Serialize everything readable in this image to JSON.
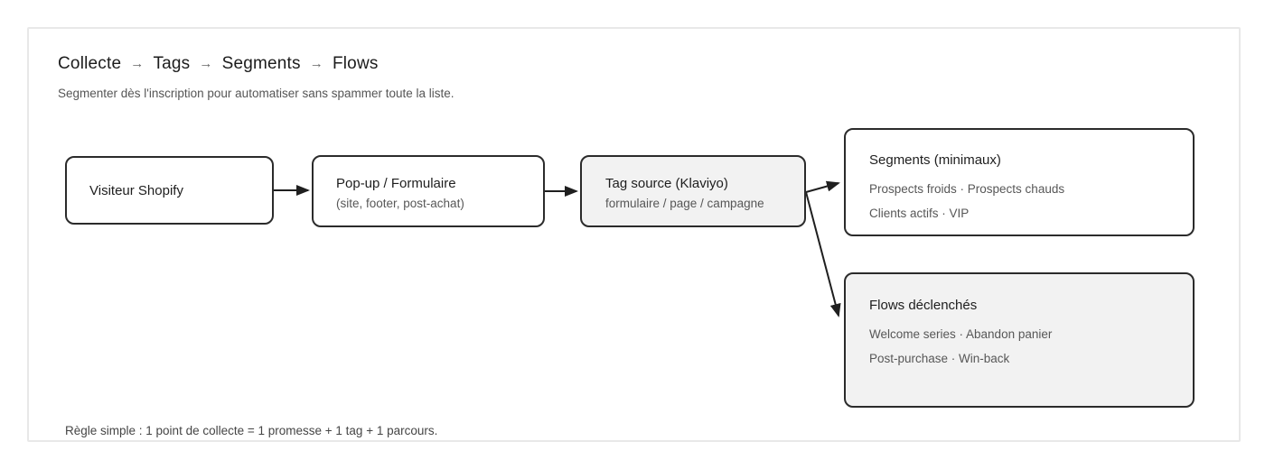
{
  "page": {
    "title_parts": [
      "Collecte",
      "Tags",
      "Segments",
      "Flows"
    ],
    "title_separator": "→",
    "subtitle": "Segmenter dès l'inscription pour automatiser sans spammer toute la liste.",
    "footer_note": "Règle simple : 1 point de collecte = 1 promesse + 1 tag + 1 parcours."
  },
  "diagram": {
    "nodes": [
      {
        "id": "visiteur-shopify",
        "variant": "white",
        "title": "Visiteur Shopify",
        "lines": []
      },
      {
        "id": "popup-formulaire",
        "variant": "white",
        "title": "Pop-up / Formulaire",
        "lines": [
          "(site, footer, post-achat)"
        ]
      },
      {
        "id": "tag-source-klaviyo",
        "variant": "gray",
        "title": "Tag source (Klaviyo)",
        "lines": [
          "formulaire / page / campagne"
        ]
      },
      {
        "id": "segments-minimaux",
        "variant": "white",
        "title": "Segments (minimaux)",
        "lines": [
          "Prospects froids · Prospects chauds",
          "Clients actifs · VIP"
        ]
      },
      {
        "id": "flows-declenches",
        "variant": "gray",
        "title": "Flows déclenchés",
        "lines": [
          "Welcome series · Abandon panier",
          "Post-purchase · Win-back"
        ]
      }
    ],
    "edges": [
      {
        "from": "visiteur-shopify",
        "to": "popup-formulaire"
      },
      {
        "from": "popup-formulaire",
        "to": "tag-source-klaviyo"
      },
      {
        "from": "tag-source-klaviyo",
        "to": "segments-minimaux"
      },
      {
        "from": "tag-source-klaviyo",
        "to": "flows-declenches"
      }
    ],
    "colors": {
      "node_border": "#2b2b2b",
      "node_fill": "#ffffff",
      "node_fill_muted": "#f2f2f2",
      "arrow": "#1f1f1f",
      "card_border": "#e8e8e8",
      "heading_text": "#1c1c1c",
      "muted_text": "#575757"
    }
  }
}
